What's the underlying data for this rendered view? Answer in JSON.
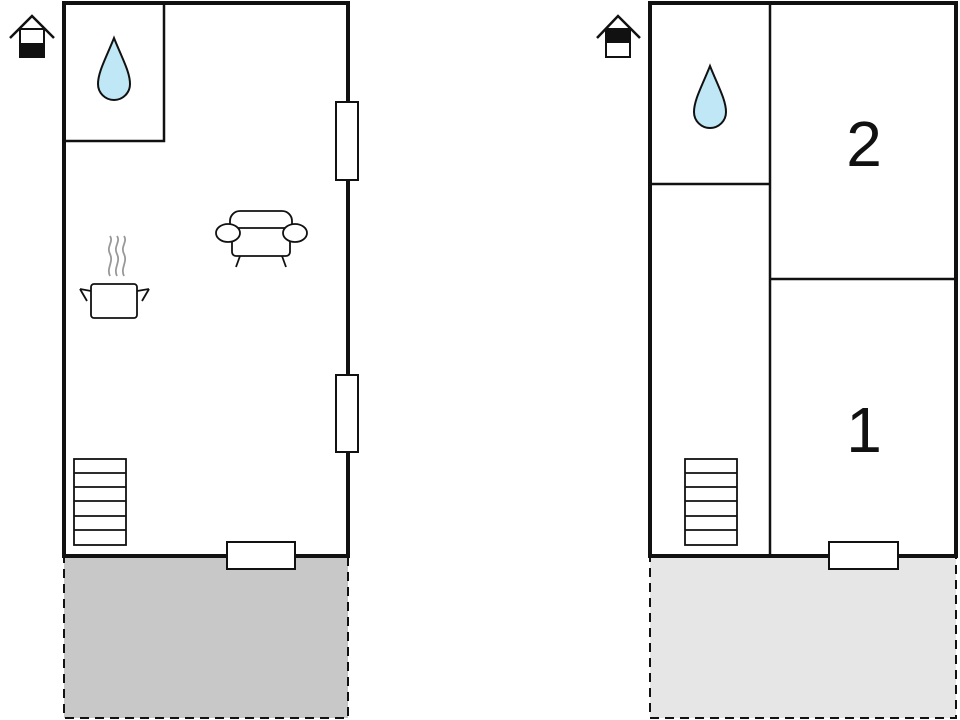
{
  "floor_plans": [
    {
      "level": "ground",
      "level_icon": "house-level-icon-ground",
      "terrace_color": "#c8c8c8",
      "rooms": [
        {
          "kind": "bathroom",
          "icon": "water-drop-icon"
        },
        {
          "kind": "kitchen",
          "icon": "cooking-pot-icon"
        },
        {
          "kind": "living",
          "icon": "sofa-icon"
        },
        {
          "kind": "stairs",
          "icon": "stairs-icon"
        }
      ]
    },
    {
      "level": "upper",
      "level_icon": "house-level-icon-upper",
      "terrace_color": "#e6e6e6",
      "rooms": [
        {
          "kind": "bathroom",
          "icon": "water-drop-icon"
        },
        {
          "kind": "bedroom",
          "label": "2"
        },
        {
          "kind": "bedroom",
          "label": "1"
        },
        {
          "kind": "stairs",
          "icon": "stairs-icon"
        }
      ]
    }
  ],
  "colors": {
    "wall": "#111111",
    "water": "#bfe7f5"
  }
}
